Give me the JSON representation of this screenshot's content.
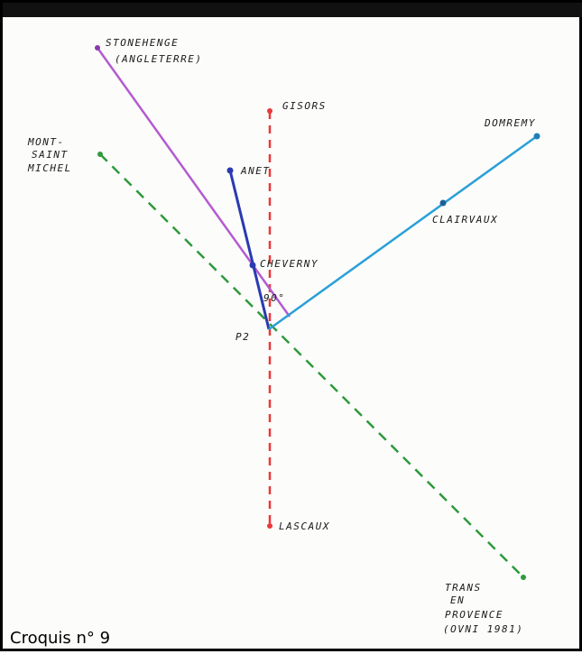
{
  "caption": "Croquis n° 9",
  "labels": {
    "stonehenge": "STONEHENGE",
    "angleterre": "(ANGLETERRE)",
    "gisors": "GISORS",
    "mont": "MONT-",
    "saint": "SAINT",
    "michel": "MICHEL",
    "anet": "ANET",
    "domremy": "DOMREMY",
    "clairvaux": "CLAIRVAUX",
    "cheverny": "CHEVERNY",
    "angle": "90°",
    "p2": "P2",
    "lascaux": "LASCAUX",
    "trans": "TRANS",
    "en": "EN",
    "provence": "PROVENCE",
    "ovni": "(OVNI 1981)"
  },
  "colors": {
    "stonehenge_line": "#b35bd0",
    "gisors_lascaux_line": "#e8393a",
    "anet_line": "#2a3ab0",
    "domremy_line": "#2aa0d8",
    "mont_saint_michel_line": "#2e9a3c"
  }
}
